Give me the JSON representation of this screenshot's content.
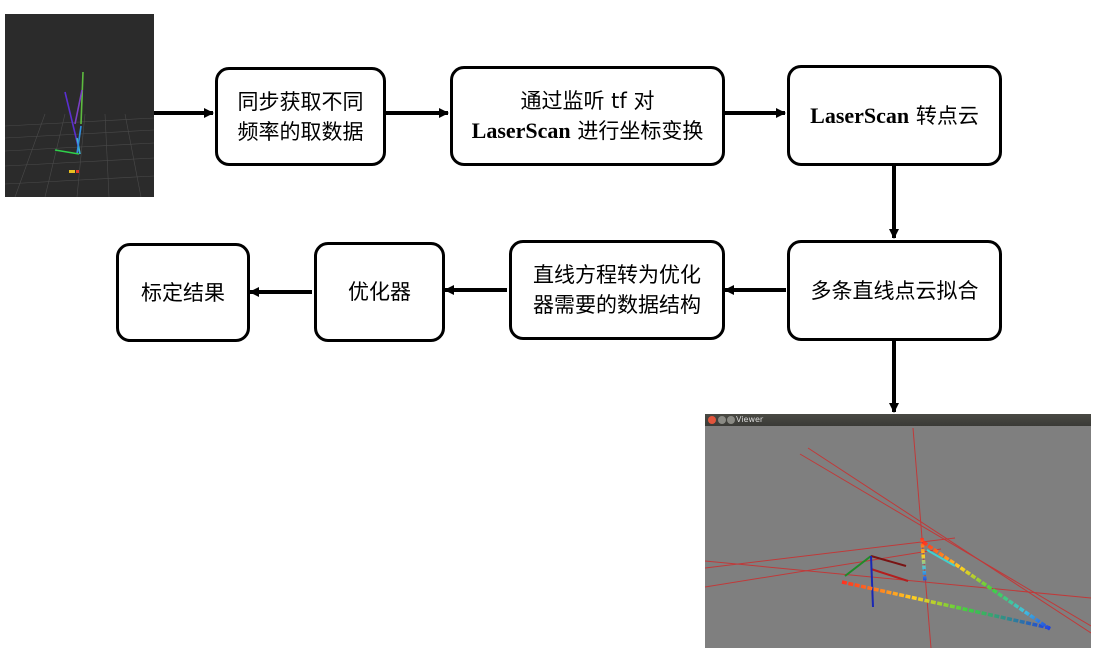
{
  "flow": {
    "b1": {
      "line1": "同步获取不同",
      "line2": "频率的取数据"
    },
    "b2": {
      "line1": "通过监听 tf 对",
      "line2_bold": "LaserScan",
      "line2_rest": " 进行坐标变换"
    },
    "b3": {
      "bold": "LaserScan",
      "rest": " 转点云"
    },
    "b4": {
      "label": "多条直线点云拟合"
    },
    "b5": {
      "line1": "直线方程转为优化",
      "line2": "器需要的数据结构"
    },
    "b6": {
      "label": "优化器"
    },
    "b7": {
      "label": "标定结果"
    }
  },
  "viewer_window": {
    "title": "Viewer"
  },
  "colors": {
    "border": "#000000",
    "rviz_bg": "#2b2b2b",
    "viewer_bg": "#7f7f7f",
    "red_line": "#c83232"
  },
  "icons": [
    "close-icon",
    "minimize-icon",
    "maximize-icon"
  ]
}
